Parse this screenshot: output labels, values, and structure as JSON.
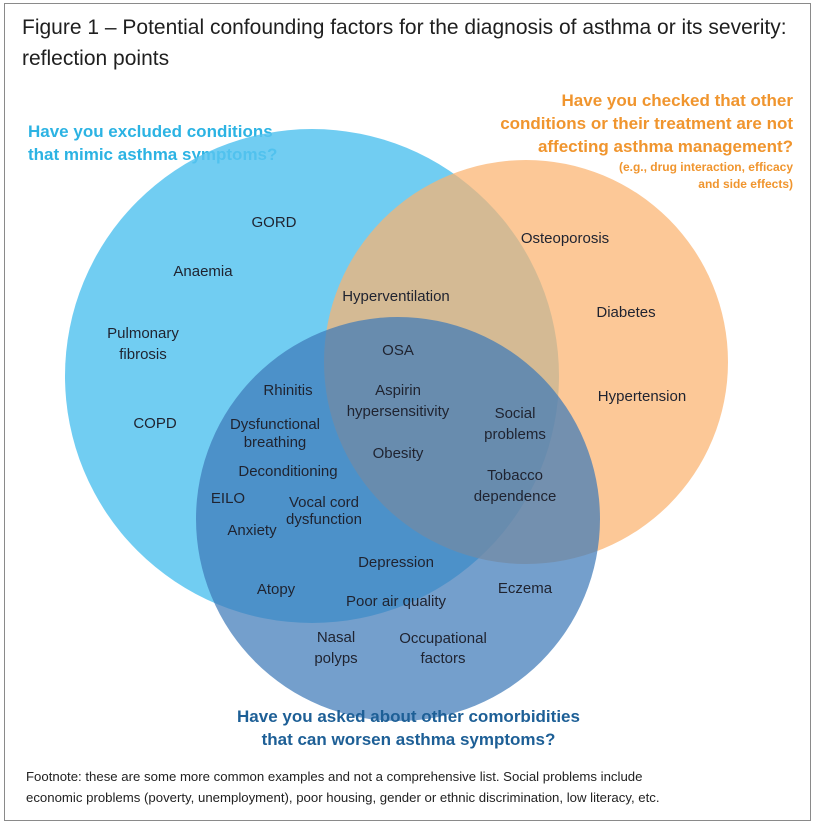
{
  "title": "Figure 1 – Potential confounding factors for the diagnosis of asthma or its severity: reflection points",
  "questions": {
    "blue": [
      "Have you excluded conditions",
      "that mimic asthma symptoms?"
    ],
    "orange": [
      "Have you checked that other",
      "conditions or their treatment are not",
      "affecting asthma management?"
    ],
    "orange_sub": [
      "(e.g., drug interaction, efficacy",
      "and side effects)"
    ],
    "dark": [
      "Have you asked about other comorbidities",
      "that can worsen asthma symptoms?"
    ]
  },
  "colors": {
    "blue_circle": "#58c4f0",
    "orange_circle": "#fbb36f",
    "dark_circle": "#3f7ab9",
    "blue_text": "#2cb3e3",
    "orange_text": "#f0952e",
    "dark_text": "#1d5f96"
  },
  "labels": {
    "gord": "GORD",
    "anaemia": "Anaemia",
    "pulmonary_fibrosis": [
      "Pulmonary",
      "fibrosis"
    ],
    "copd": "COPD",
    "osteoporosis": "Osteoporosis",
    "diabetes": "Diabetes",
    "hypertension": "Hypertension",
    "hyperventilation": "Hyperventilation",
    "osa": "OSA",
    "aspirin": [
      "Aspirin",
      "hypersensitivity"
    ],
    "obesity": "Obesity",
    "rhinitis": "Rhinitis",
    "dysfunctional_breathing": [
      "Dysfunctional",
      "breathing"
    ],
    "deconditioning": "Deconditioning",
    "eilo": "EILO",
    "vocal_cord": [
      "Vocal cord",
      "dysfunction"
    ],
    "anxiety": "Anxiety",
    "social_problems": [
      "Social",
      "problems"
    ],
    "tobacco": [
      "Tobacco",
      "dependence"
    ],
    "depression": "Depression",
    "atopy": "Atopy",
    "poor_air": "Poor air quality",
    "eczema": "Eczema",
    "nasal_polyps": [
      "Nasal",
      "polyps"
    ],
    "occupational": [
      "Occupational",
      "factors"
    ]
  },
  "footnote": [
    "Footnote: these are some more common examples and not a comprehensive list. Social problems include",
    "economic problems (poverty, unemployment), poor housing, gender or ethnic discrimination, low literacy, etc."
  ]
}
